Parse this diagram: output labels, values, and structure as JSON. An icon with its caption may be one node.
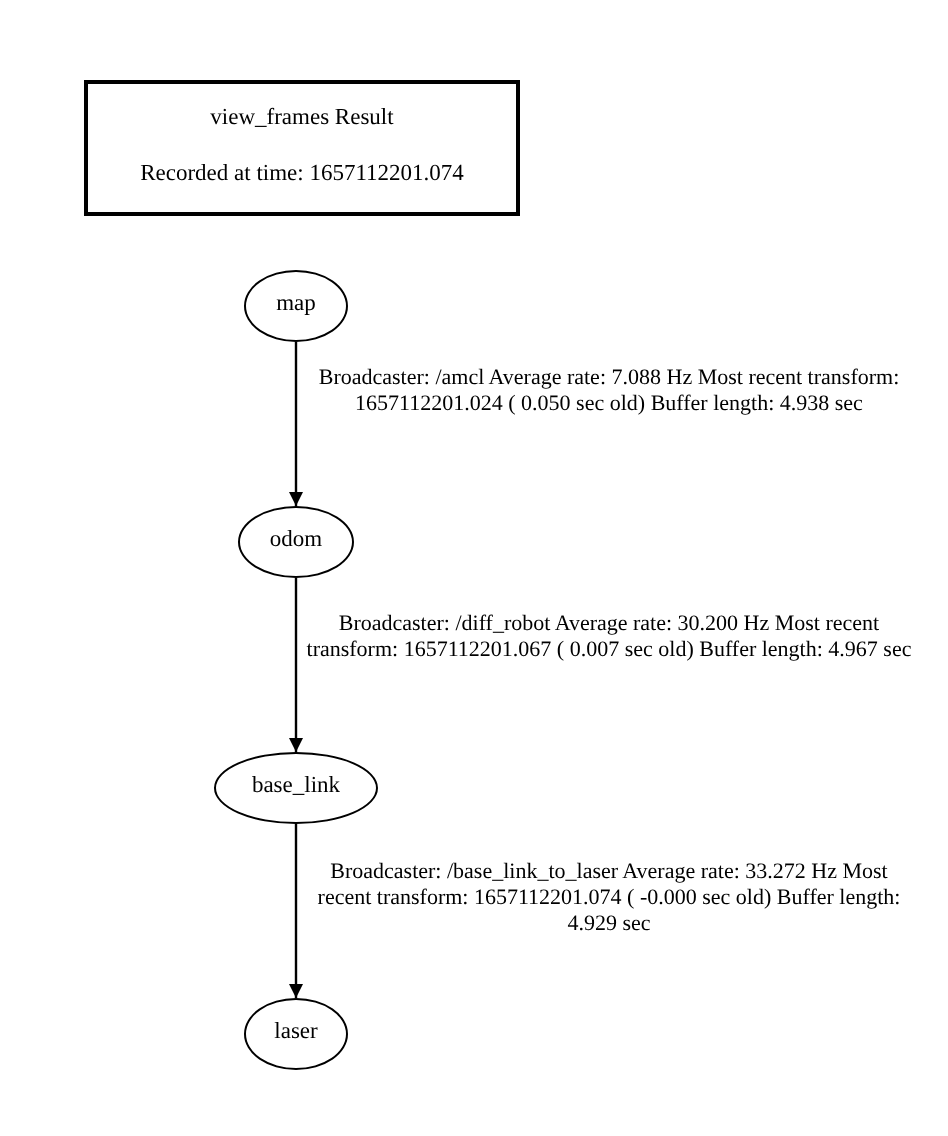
{
  "diagram": {
    "nodes": [
      {
        "text": [
          "view_frames Result",
          "Recorded at time: 1657112201.074"
        ]
      },
      {
        "text": [
          "map"
        ]
      },
      {
        "text": [
          "odom"
        ]
      },
      {
        "text": [
          "base_link"
        ]
      },
      {
        "text": [
          "laser"
        ]
      }
    ],
    "edges": [
      {
        "from": 1,
        "to": 2,
        "arrow": "to",
        "label": "Broadcaster: /amcl Average rate: 7.088 Hz Most recent transform: 1657112201.024 ( 0.050 sec old) Buffer length: 4.938 sec"
      },
      {
        "from": 2,
        "to": 3,
        "arrow": "to",
        "label": "Broadcaster: /diff_robot Average rate: 30.200 Hz Most recent transform: 1657112201.067 ( 0.007 sec old) Buffer length: 4.967 sec"
      },
      {
        "from": 3,
        "to": 4,
        "arrow": "to",
        "label": "Broadcaster: /base_link_to_laser Average rate: 33.272 Hz Most recent transform: 1657112201.074 ( -0.000 sec old) Buffer length: 4.929 sec"
      }
    ]
  }
}
